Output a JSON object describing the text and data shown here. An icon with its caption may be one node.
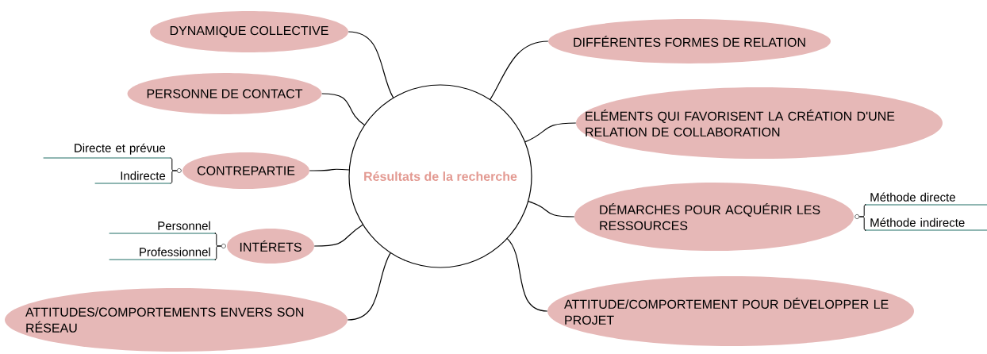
{
  "diagram": {
    "nodes": [
      {
        "text": [
          "Résultats de la recherche"
        ]
      },
      {
        "text": [
          "DYNAMIQUE COLLECTIVE"
        ]
      },
      {
        "text": [
          "PERSONNE DE CONTACT"
        ]
      },
      {
        "text": [
          "CONTREPARTIE"
        ]
      },
      {
        "text": [
          "Directe et prévue"
        ]
      },
      {
        "text": [
          "Indirecte"
        ]
      },
      {
        "text": [
          "INTÉRETS"
        ]
      },
      {
        "text": [
          "Personnel"
        ]
      },
      {
        "text": [
          "Professionnel"
        ]
      },
      {
        "text": [
          "ATTITUDES/COMPORTEMENTS ENVERS SON RÉSEAU"
        ]
      },
      {
        "text": [
          "DIFFÉRENTES FORMES DE RELATION"
        ]
      },
      {
        "text": [
          "ELÉMENTS QUI FAVORISENT LA CRÉATION D'UNE RELATION DE COLLABORATION"
        ]
      },
      {
        "text": [
          "DÉMARCHES POUR ACQUÉRIR LES RESSOURCES"
        ]
      },
      {
        "text": [
          "Méthode directe"
        ]
      },
      {
        "text": [
          "Méthode indirecte"
        ]
      },
      {
        "text": [
          "ATTITUDE/COMPORTEMENT POUR DÉVELOPPER LE PROJET"
        ]
      }
    ],
    "edges": [
      {
        "from": 0,
        "to": 1,
        "arrow": "none"
      },
      {
        "from": 0,
        "to": 2,
        "arrow": "none"
      },
      {
        "from": 0,
        "to": 3,
        "arrow": "none"
      },
      {
        "from": 3,
        "to": 4,
        "arrow": "none"
      },
      {
        "from": 3,
        "to": 5,
        "arrow": "none"
      },
      {
        "from": 0,
        "to": 6,
        "arrow": "none"
      },
      {
        "from": 6,
        "to": 7,
        "arrow": "none"
      },
      {
        "from": 6,
        "to": 8,
        "arrow": "none"
      },
      {
        "from": 0,
        "to": 9,
        "arrow": "none"
      },
      {
        "from": 0,
        "to": 10,
        "arrow": "none"
      },
      {
        "from": 0,
        "to": 11,
        "arrow": "none"
      },
      {
        "from": 0,
        "to": 12,
        "arrow": "none"
      },
      {
        "from": 12,
        "to": 13,
        "arrow": "none"
      },
      {
        "from": 12,
        "to": 14,
        "arrow": "none"
      },
      {
        "from": 0,
        "to": 15,
        "arrow": "none"
      }
    ]
  }
}
